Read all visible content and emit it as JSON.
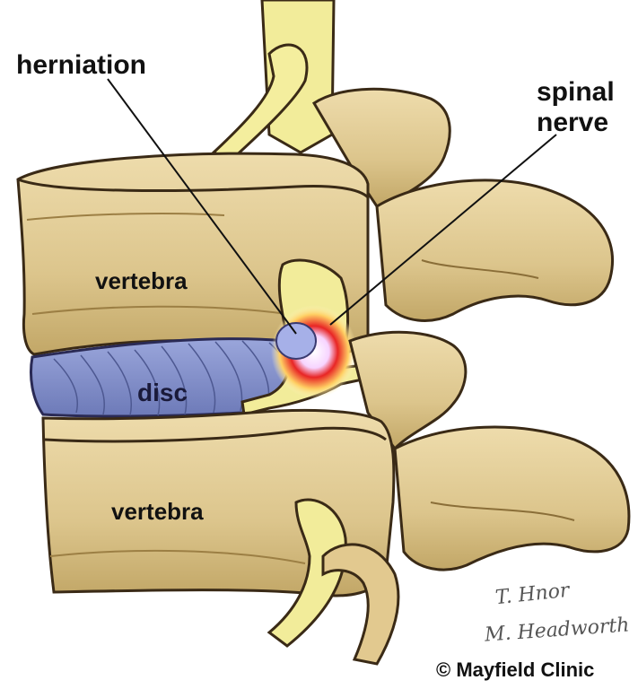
{
  "labels": {
    "herniation": "herniation",
    "spinal_nerve_line1": "spinal",
    "spinal_nerve_line2": "nerve",
    "vertebra_top": "vertebra",
    "vertebra_bottom": "vertebra",
    "disc": "disc"
  },
  "credits": {
    "copyright": "© Mayfield Clinic",
    "signature_1": "T. Hnor",
    "signature_2": "M. Headworth"
  },
  "colors": {
    "bone": "#e3cf9a",
    "bone_shadow": "#b99d5e",
    "outline": "#3a2a16",
    "nerve": "#f2ec9a",
    "disc": "#8a96cc",
    "herniation_core": "#e02020",
    "herniation_glow": "#ffd36a"
  }
}
